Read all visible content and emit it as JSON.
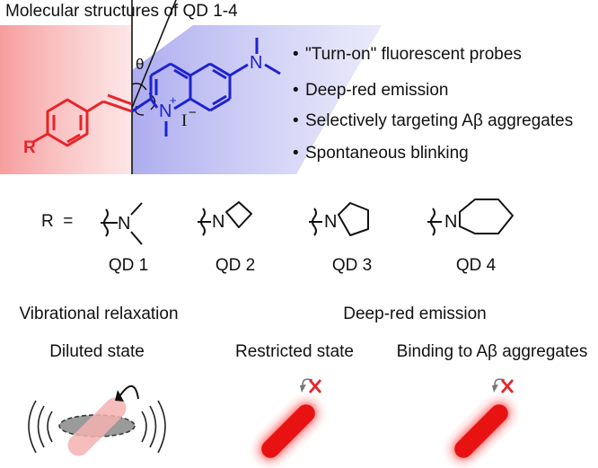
{
  "title": "Molecular structures of QD 1-4",
  "angle_label": "θ",
  "atoms": {
    "n_amine": "N",
    "n_ring": "N",
    "n_plus": "+",
    "iodide": "I",
    "iodide_charge": "−",
    "r_group": "R"
  },
  "bullets": [
    "\"Turn-on\" fluorescent probes",
    "Deep-red emission",
    "Selectively targeting Aβ aggregates",
    "Spontaneous blinking"
  ],
  "r_equals": "R  =",
  "substituents": [
    {
      "label": "QD 1",
      "atom": "N"
    },
    {
      "label": "QD 2",
      "atom": "N"
    },
    {
      "label": "QD 3",
      "atom": "N"
    },
    {
      "label": "QD 4",
      "atom": "N"
    }
  ],
  "states": {
    "left_heading": "Vibrational relaxation",
    "right_heading": "Deep-red emission",
    "diluted": "Diluted state",
    "restricted": "Restricted state",
    "binding": "Binding to Aβ aggregates"
  },
  "colors": {
    "red": "#e8242a",
    "blue": "#1e22d0",
    "pink_panel": "#f7a3a3",
    "blue_panel": "#b7b6ef",
    "glow": "#ff1a1a"
  }
}
